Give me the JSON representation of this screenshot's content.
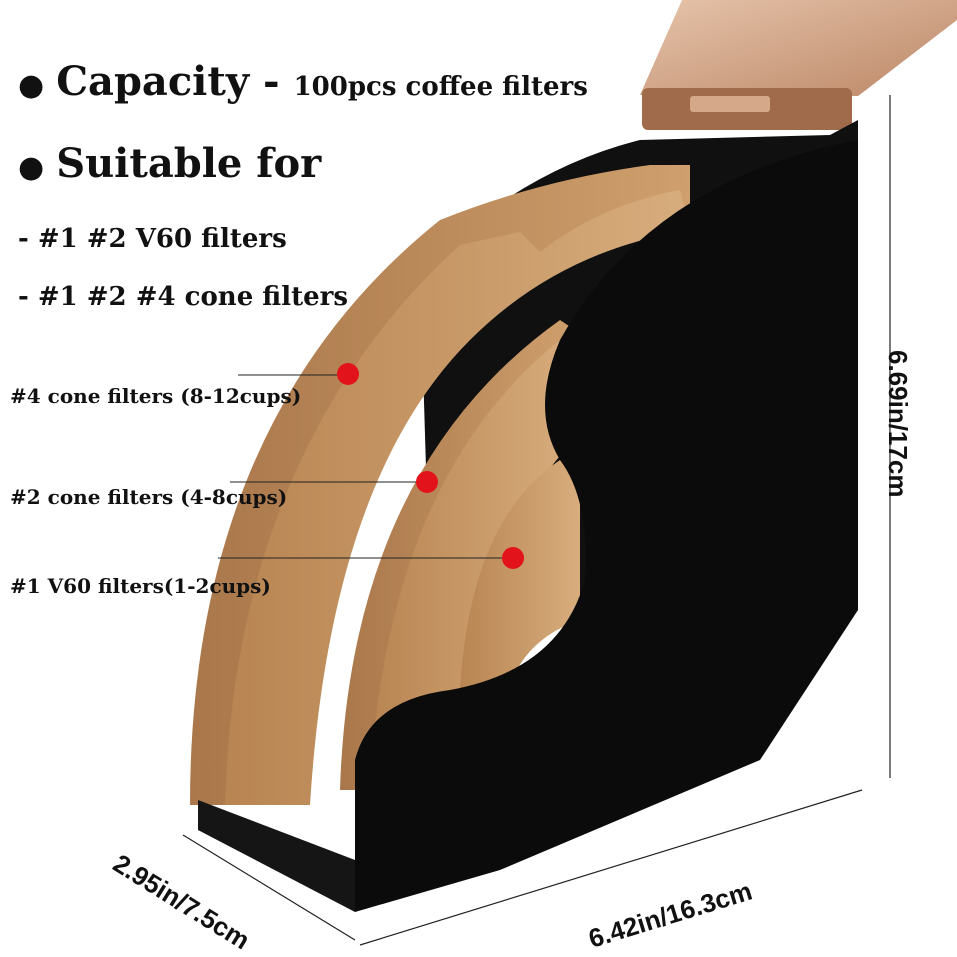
{
  "features": {
    "capacity_heading": "Capacity -",
    "capacity_value": "100pcs coffee filters",
    "suitable_heading": "Suitable for",
    "suitable_items": [
      "- #1 #2 V60 filters",
      "- #1 #2 #4 cone filters"
    ]
  },
  "callouts": [
    {
      "label": "#4 cone filters (8-12cups)"
    },
    {
      "label": "#2 cone filters (4-8cups)"
    },
    {
      "label": "#1 V60 filters(1-2cups)"
    }
  ],
  "dimensions": {
    "height": "6.69in/17cm",
    "depth": "2.95in/7.5cm",
    "width": "6.42in/16.3cm"
  },
  "colors": {
    "holder": "#0c0c0c",
    "lid": "#c08a64",
    "filter_paper": "#c89a6a",
    "dot": "#e3131b"
  },
  "icons": [
    "bullet-icon",
    "red-dot-icon"
  ]
}
